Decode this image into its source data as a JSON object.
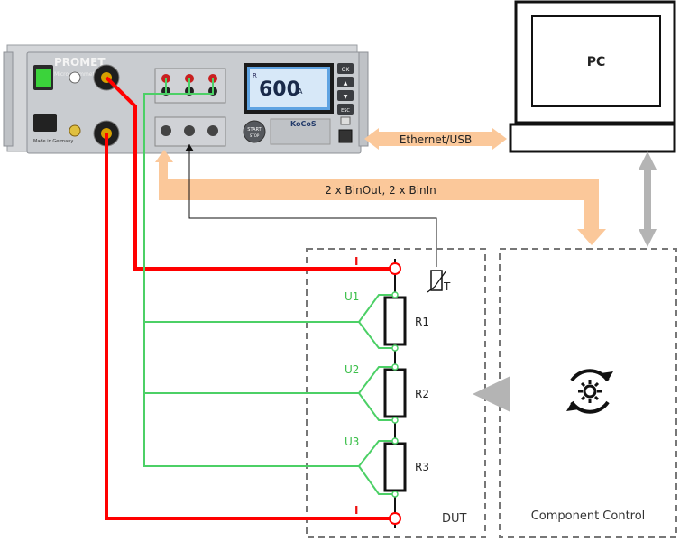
{
  "device": {
    "brand": "PROMET",
    "subtitle": "Micro-Ohmmeter",
    "display_value": "600",
    "display_unit": "A",
    "display_tag": "R",
    "logo": "KoCoS",
    "start_button": "START",
    "start_sub": "STOP",
    "buttons": [
      "OK",
      "▲",
      "▼",
      "ESC"
    ],
    "made_in": "Made in Germany"
  },
  "pc": {
    "label": "PC"
  },
  "links": {
    "ethernet": "Ethernet/USB",
    "binary": "2 x BinOut, 2 x BinIn"
  },
  "dut": {
    "label": "DUT",
    "current_label": "I",
    "temp_label": "T",
    "resistors": [
      "R1",
      "R2",
      "R3"
    ],
    "voltages": [
      "U1",
      "U2",
      "U3"
    ]
  },
  "component_control": {
    "label": "Component Control",
    "icon": "rotation-gear-icon"
  },
  "colors": {
    "current": "#ff0000",
    "voltage": "#4cd066",
    "signal": "#fbc89a",
    "control": "#b4b4b4"
  }
}
